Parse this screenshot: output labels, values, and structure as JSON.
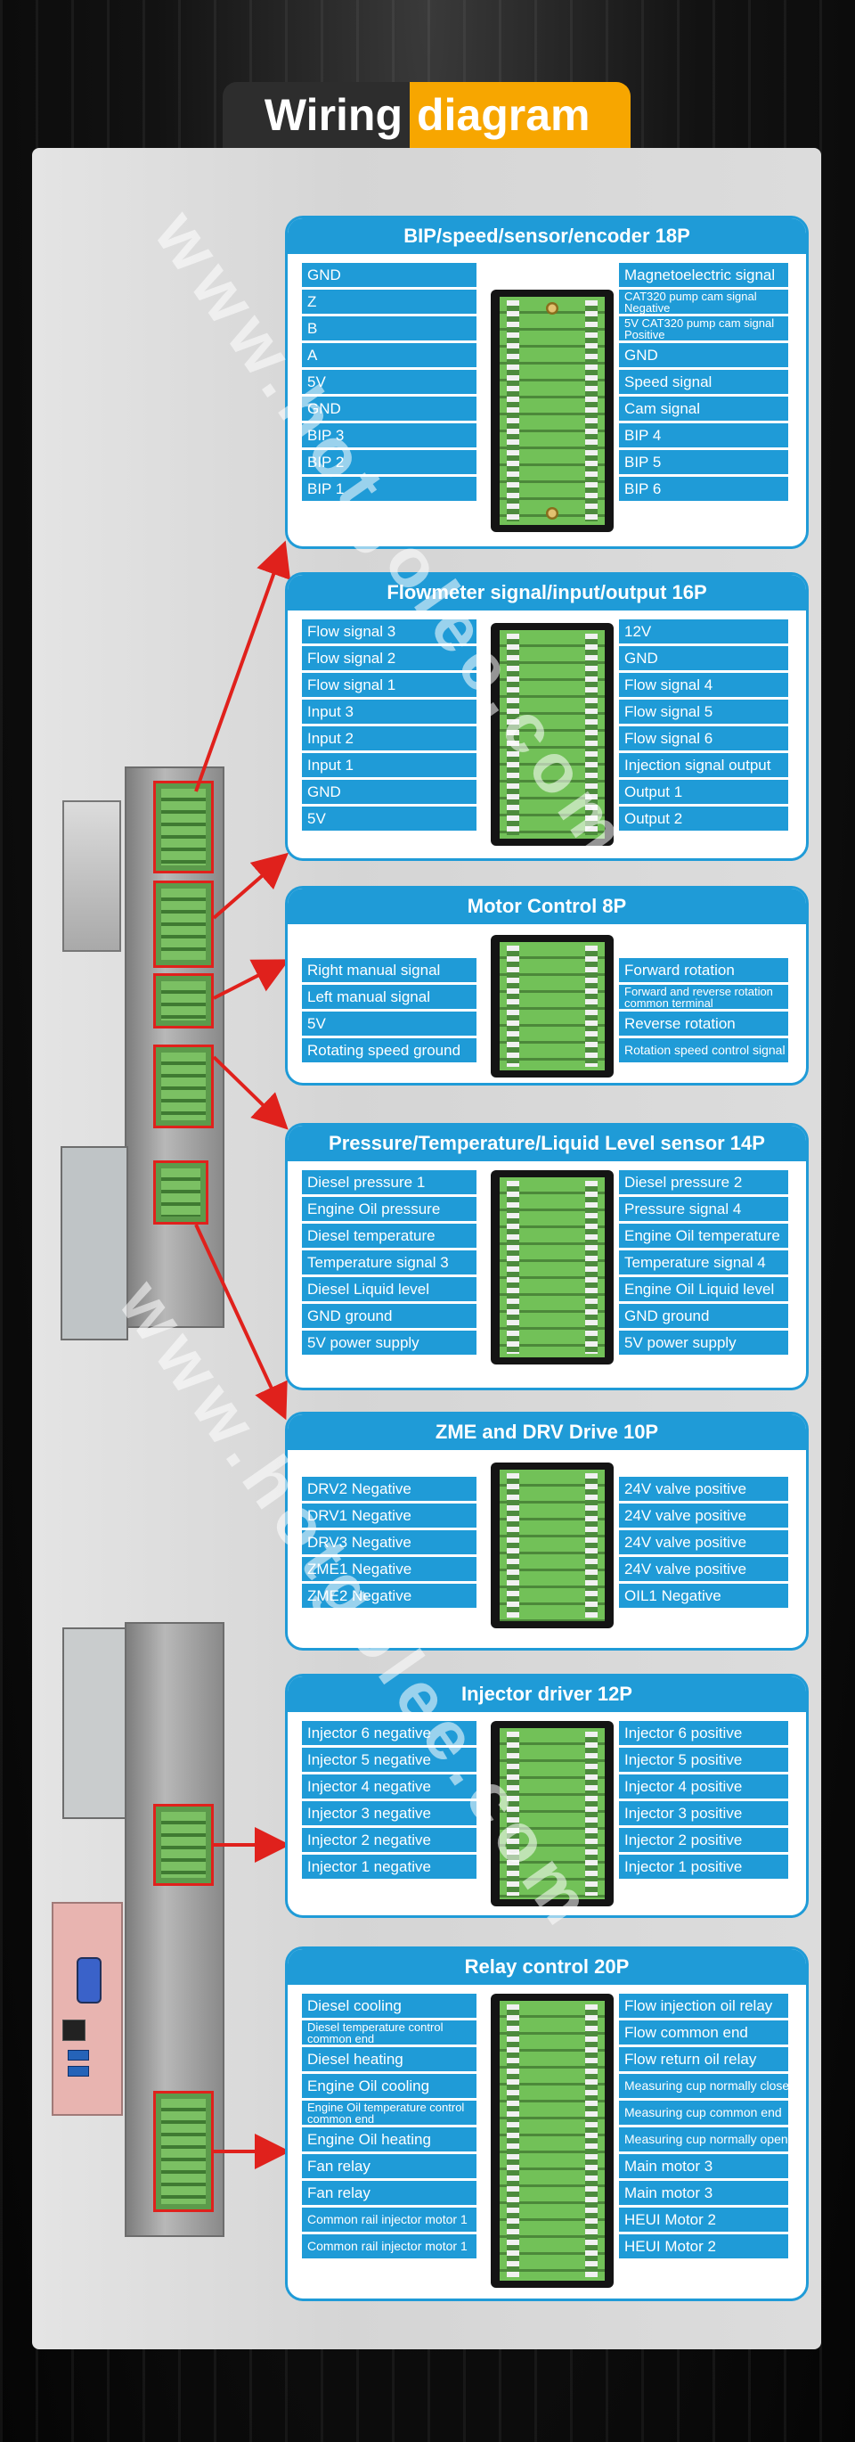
{
  "title": {
    "part1": "Wiring",
    "part2": "diagram"
  },
  "watermark": "www.hotgolee.com",
  "colors": {
    "accent": "#1f9bd7",
    "badge_orange": "#f7a600",
    "badge_dark": "#2d2d2d",
    "arrow": "#e0211c",
    "terminal_green": "#72c158"
  },
  "sections": [
    {
      "title": "BIP/speed/sensor/encoder 18P",
      "left": [
        "GND",
        "Z",
        "B",
        "A",
        "5V",
        "GND",
        "BIP 3",
        "BIP 2",
        "BIP 1"
      ],
      "right": [
        "Magnetoelectric signal",
        "CAT320 pump cam signal Negative",
        "5V CAT320 pump cam signal Positive",
        "GND",
        "Speed signal",
        "Cam signal",
        "BIP 4",
        "BIP 5",
        "BIP 6"
      ]
    },
    {
      "title": "Flowmeter signal/input/output 16P",
      "left": [
        "Flow signal 3",
        "Flow signal 2",
        "Flow signal 1",
        "Input 3",
        "Input 2",
        "Input 1",
        "GND",
        "5V"
      ],
      "right": [
        "12V",
        "GND",
        "Flow signal 4",
        "Flow signal 5",
        "Flow signal 6",
        "Injection signal output",
        "Output 1",
        "Output 2"
      ]
    },
    {
      "title": "Motor Control 8P",
      "left": [
        "Right manual signal",
        "Left manual signal",
        "5V",
        "Rotating speed ground"
      ],
      "right": [
        "Forward rotation",
        "Forward and reverse rotation common terminal",
        "Reverse rotation",
        "Rotation speed control signal"
      ]
    },
    {
      "title": "Pressure/Temperature/Liquid Level sensor 14P",
      "left": [
        "Diesel pressure 1",
        "Engine Oil pressure",
        "Diesel temperature",
        "Temperature signal 3",
        "Diesel Liquid level",
        "GND ground",
        "5V power supply"
      ],
      "right": [
        "Diesel pressure 2",
        "Pressure signal 4",
        "Engine Oil temperature",
        "Temperature signal 4",
        "Engine Oil Liquid level",
        "GND ground",
        "5V power supply"
      ]
    },
    {
      "title": "ZME and DRV Drive 10P",
      "left": [
        "DRV2 Negative",
        "DRV1 Negative",
        "DRV3 Negative",
        "ZME1 Negative",
        "ZME2 Negative"
      ],
      "right": [
        "24V valve positive",
        "24V valve positive",
        "24V valve positive",
        "24V valve positive",
        "OIL1 Negative"
      ]
    },
    {
      "title": "Injector driver 12P",
      "left": [
        "Injector 6 negative",
        "Injector 5 negative",
        "Injector 4 negative",
        "Injector 3 negative",
        "Injector 2 negative",
        "Injector 1 negative"
      ],
      "right": [
        "Injector 6 positive",
        "Injector 5 positive",
        "Injector 4 positive",
        "Injector 3 positive",
        "Injector 2 positive",
        "Injector 1 positive"
      ]
    },
    {
      "title": "Relay control 20P",
      "left": [
        "Diesel cooling",
        "Diesel temperature control common end",
        "Diesel heating",
        "Engine Oil cooling",
        "Engine Oil temperature control common end",
        "Engine Oil heating",
        "Fan relay",
        "Fan relay",
        "Common rail injector motor 1",
        "Common rail injector motor 1"
      ],
      "right": [
        "Flow injection oil relay",
        "Flow common end",
        "Flow return oil relay",
        "Measuring cup normally closed",
        "Measuring cup common end",
        "Measuring cup normally open",
        "Main motor 3",
        "Main motor 3",
        "HEUI Motor 2",
        "HEUI Motor 2"
      ]
    }
  ]
}
